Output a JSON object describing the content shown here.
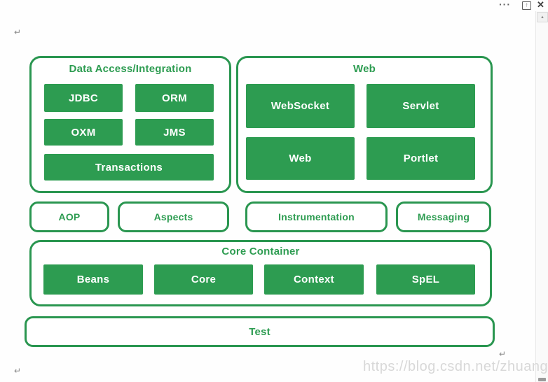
{
  "titlebar": {
    "more_label": "···",
    "popout_arrow": "↑",
    "close_label": "✕"
  },
  "scrollbar": {
    "up_arrow": "▲"
  },
  "document": {
    "pilcrow": "↵",
    "watermark": "https://blog.csdn.net/zhuangxingzan"
  },
  "colors": {
    "green_fill": "#2D9C51",
    "green_border": "#2A9650",
    "block_text": "#FFFFFF",
    "watermark": "#D8D8D8"
  },
  "diagram": {
    "data_access": {
      "title": "Data Access/Integration",
      "blocks": [
        "JDBC",
        "ORM",
        "OXM",
        "JMS",
        "Transactions"
      ]
    },
    "web": {
      "title": "Web",
      "blocks": [
        "WebSocket",
        "Servlet",
        "Web",
        "Portlet"
      ]
    },
    "middleware": {
      "blocks": [
        "AOP",
        "Aspects",
        "Instrumentation",
        "Messaging"
      ]
    },
    "core_container": {
      "title": "Core Container",
      "blocks": [
        "Beans",
        "Core",
        "Context",
        "SpEL"
      ]
    },
    "test": {
      "title": "Test"
    }
  }
}
